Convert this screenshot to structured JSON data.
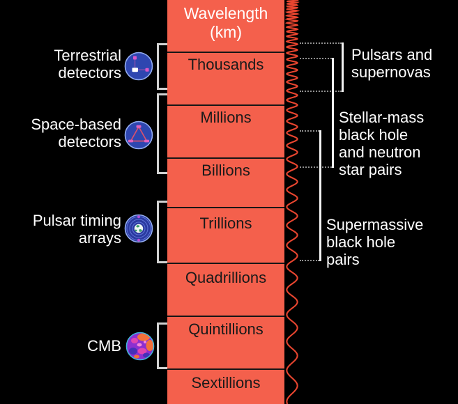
{
  "figure": {
    "header": {
      "line1": "Wavelength",
      "line2": "(km)"
    },
    "scale_rows": [
      "Thousands",
      "Millions",
      "Billions",
      "Trillions",
      "Quadrillions",
      "Quintillions",
      "Sextillions"
    ],
    "detectors": [
      {
        "name": "terrestrial-detectors",
        "lines": [
          "Terrestrial",
          "detectors"
        ],
        "icon": "ligo-interferometer-icon"
      },
      {
        "name": "space-based-detectors",
        "lines": [
          "Space-based",
          "detectors"
        ],
        "icon": "lisa-triangle-icon"
      },
      {
        "name": "pulsar-timing-arrays",
        "lines": [
          "Pulsar timing",
          "arrays"
        ],
        "icon": "pulsar-earth-icon"
      },
      {
        "name": "cmb",
        "lines": [
          "CMB"
        ],
        "icon": "cmb-map-icon"
      }
    ],
    "sources": [
      {
        "name": "pulsars-and-supernovas",
        "lines": [
          "Pulsars and",
          "supernovas"
        ]
      },
      {
        "name": "stellar-mass-pairs",
        "lines": [
          "Stellar-mass",
          "black hole",
          "and neutron",
          "star pairs"
        ]
      },
      {
        "name": "supermassive-pairs",
        "lines": [
          "Supermassive",
          "black hole",
          "pairs"
        ]
      }
    ],
    "colors": {
      "background": "#000000",
      "column": "#f4604c",
      "wave": "#e8452f",
      "divider": "#161616",
      "dark_label": "#1a1a1a",
      "light_label": "#ffffff",
      "left_bracket": "#d2d2d2",
      "right_bracket": "#f2f2f2",
      "dotted_line": "#8f8f8f",
      "icon_blue": "#2e46b0",
      "icon_rim": "#93acf0",
      "icon_magenta": "#d957c9"
    }
  }
}
